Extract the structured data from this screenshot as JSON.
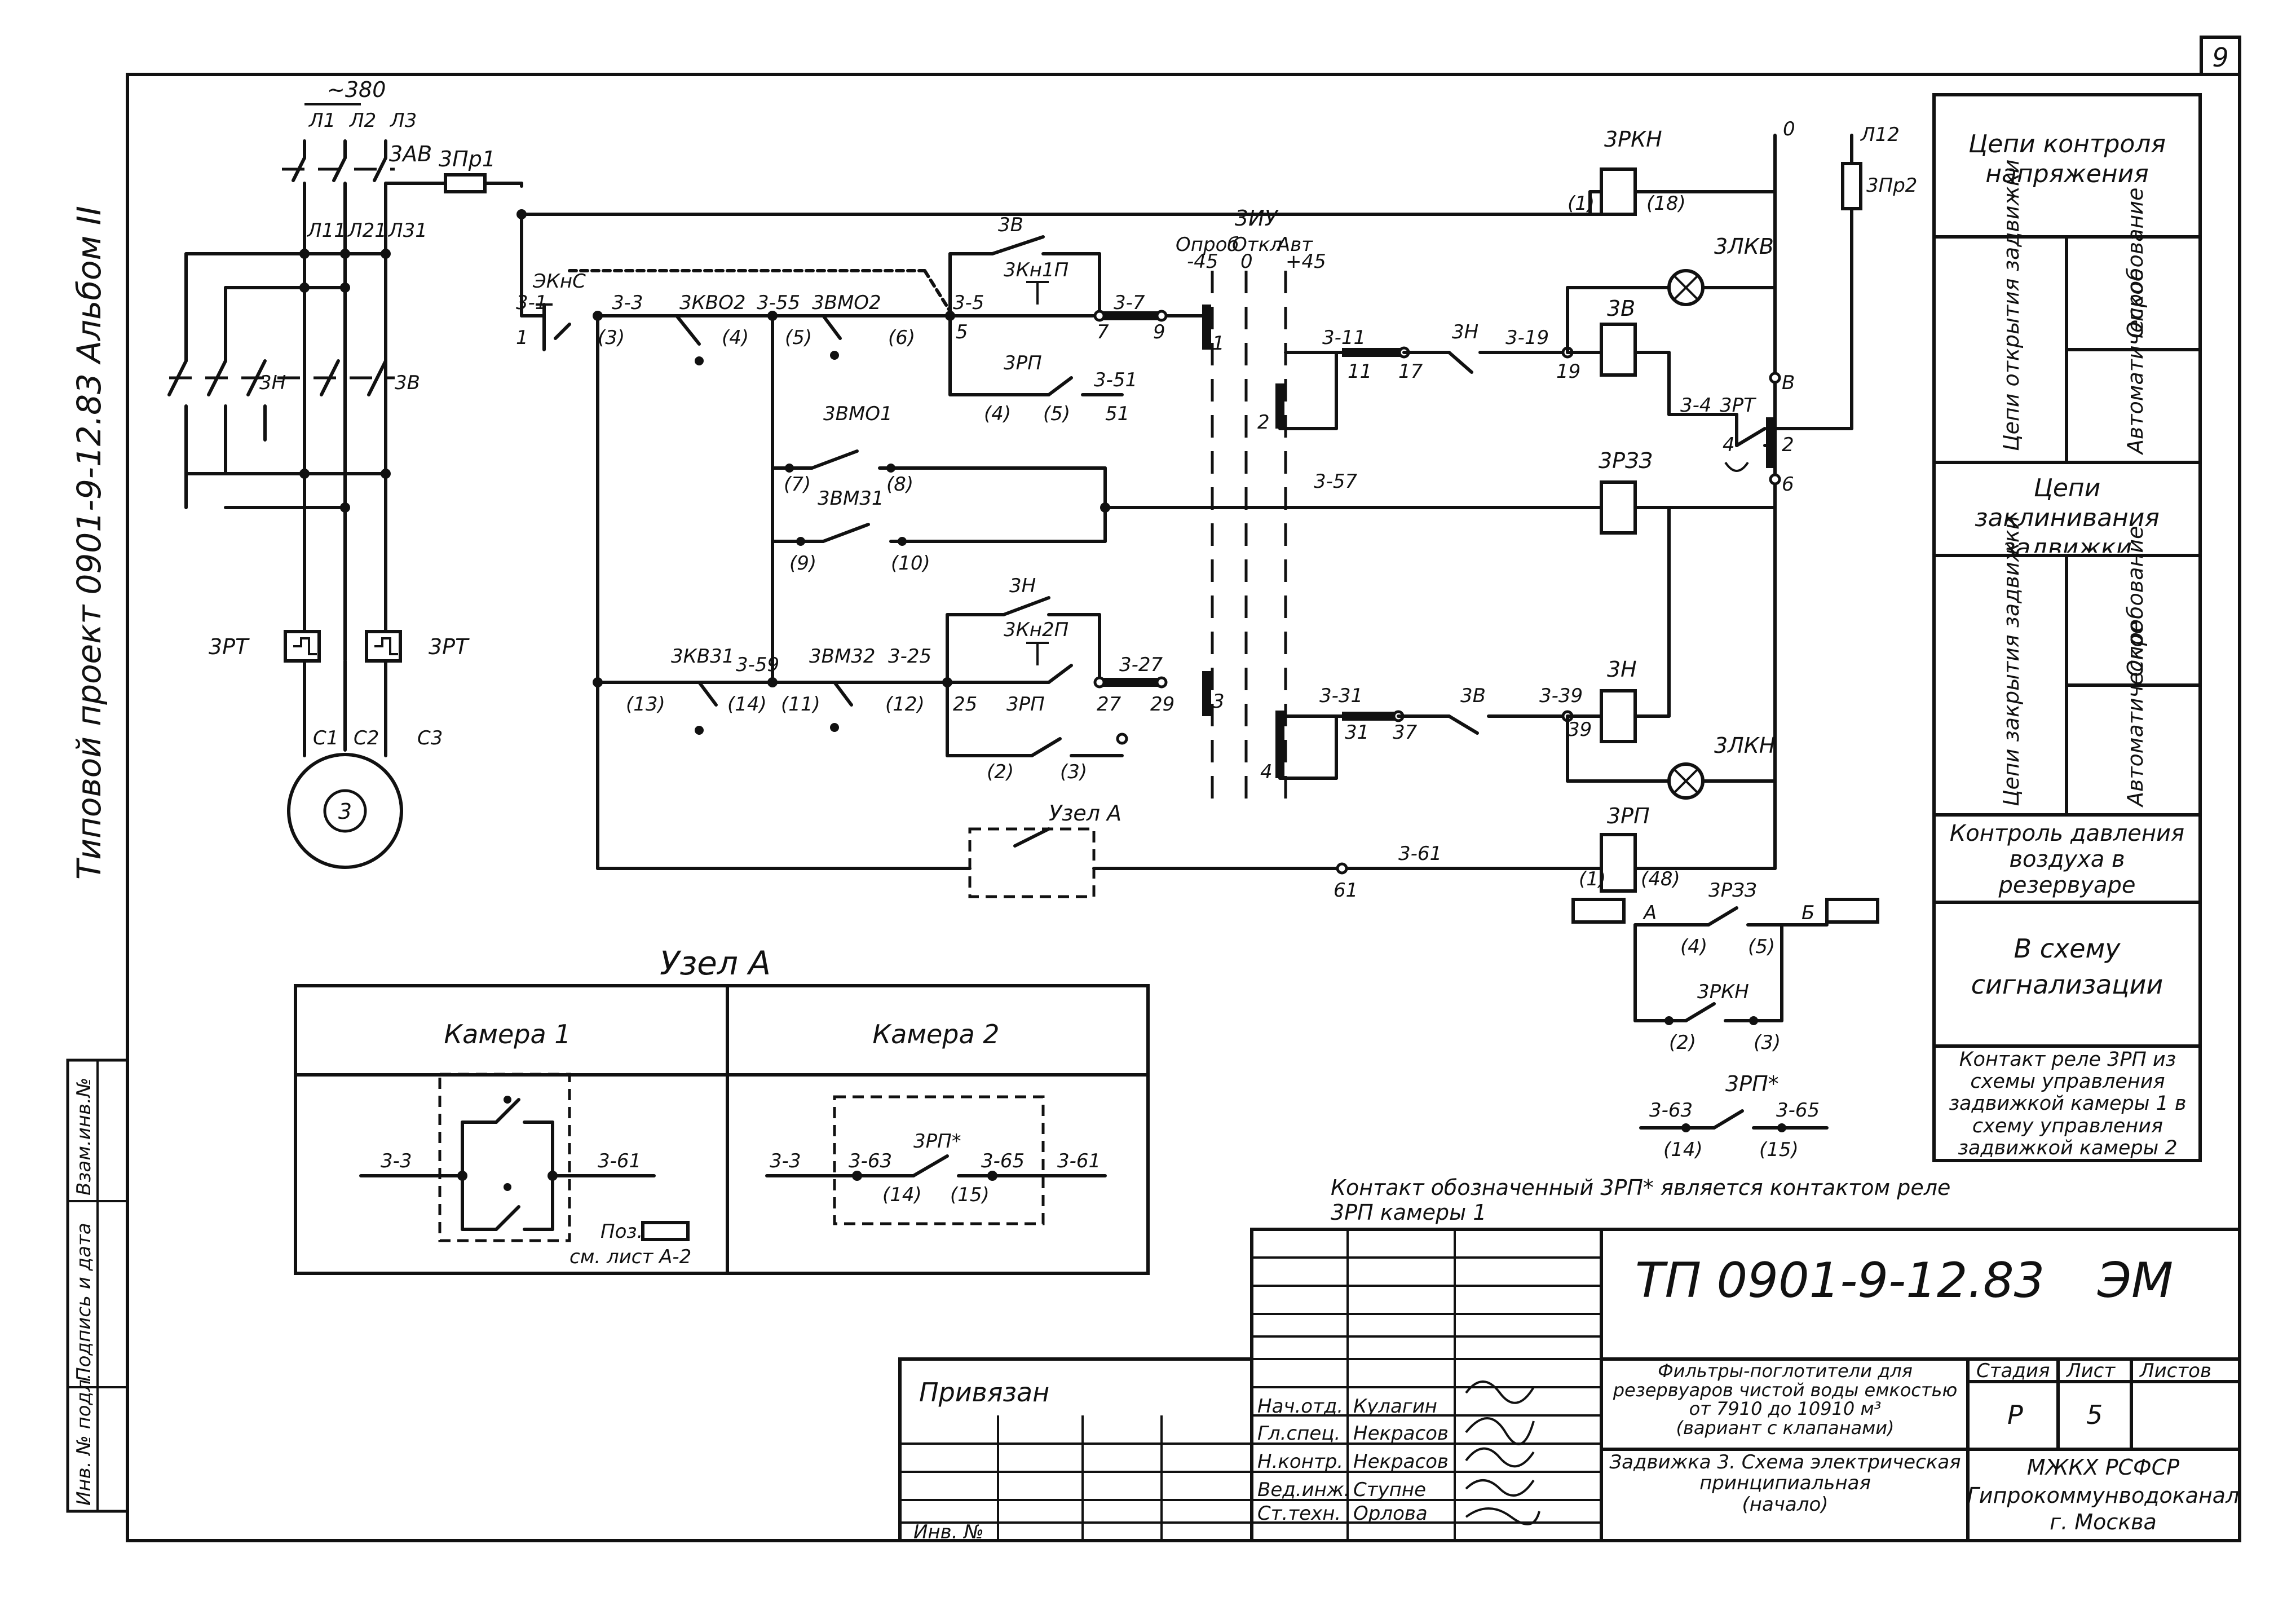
{
  "sheet": {
    "number": "9"
  },
  "left_margin": {
    "project": "Типовой проект 0901-9-12.83 Альбом II",
    "stamp_columns": [
      "Инв. № подл.",
      "Подпись и дата",
      "Взам.инв.№"
    ]
  },
  "power": {
    "voltage": "~380",
    "phases": [
      "Л1",
      "Л2",
      "Л3"
    ],
    "feeders": [
      "Л11",
      "Л21",
      "Л31"
    ],
    "breaker": "3АВ",
    "fuse": "3Пр1",
    "contactor_open": "3Н",
    "contactor_close": "3В",
    "thermal_left": "3РТ",
    "thermal_right": "3РТ",
    "motor_leads": [
      "С1",
      "С2",
      "С3"
    ],
    "motor": "3"
  },
  "control": {
    "labels": {
      "ekns": "ЭКнС",
      "kvo2": "3КВО2",
      "vmo2": "3ВМО2",
      "sv": "3В",
      "kn1p": "3Кн1П",
      "rp": "3РП",
      "iu": "3ИУ",
      "opr": "Опроб",
      "otkl": "Откл",
      "avt": "Авт",
      "vmo1": "3ВМО1",
      "vm31": "3ВМ31",
      "kv31": "3КВ31",
      "vm32": "3ВМ32",
      "kn2p": "3Кн2П",
      "sn": "3Н",
      "rkn": "3РКН",
      "pr2": "3Пр2",
      "l12": "Л12",
      "lkv": "3ЛКВ",
      "lkn": "3ЛКН",
      "rt": "3РТ",
      "rz3": "3РЗЗ",
      "rp_coil": "3РП",
      "uzel": "Узел А",
      "rpstar": "3РП*",
      "rail_zero": "0",
      "rail_v": "В",
      "kA": "А",
      "kB": "Б",
      "v_m45": "-45",
      "v_0": "0",
      "v_p45": "+45"
    },
    "nets": {
      "n3_1": "3-1",
      "n1": "1",
      "n3_3": "3-3",
      "n3": "(3)",
      "n4": "(4)",
      "n3_55": "3-55",
      "n5p": "(5)",
      "n6p": "(6)",
      "n3_5": "3-5",
      "n5": "5",
      "n3_7": "3-7",
      "n7": "7",
      "n9": "9",
      "n4p": "(4)",
      "n5p2": "(5)",
      "n3_51": "3-51",
      "n51": "51",
      "n7p": "(7)",
      "n8p": "(8)",
      "n9p": "(9)",
      "n10p": "(10)",
      "n3_57": "3-57",
      "n3_11": "3-11",
      "n11": "11",
      "n17": "17",
      "n3_19": "3-19",
      "n19": "19",
      "n3_4": "3-4",
      "n4r": "4",
      "n2r": "2",
      "n6r": "6",
      "n13p": "(13)",
      "n14p": "(14)",
      "n3_59": "3-59",
      "n11p": "(11)",
      "n3_25": "3-25",
      "n12p": "(12)",
      "n25": "25",
      "n3_27": "3-27",
      "n27": "27",
      "n29": "29",
      "n2p": "(2)",
      "n3p2": "(3)",
      "n3_31": "3-31",
      "n31": "31",
      "n37": "37",
      "n3_39": "3-39",
      "n39": "39",
      "n3_61": "3-61",
      "n61": "61",
      "n1p": "(1)",
      "n18p": "(18)",
      "n1p2": "(1)",
      "n48p": "(48)",
      "n4q": "(4)",
      "n5q": "(5)",
      "n2q": "(2)",
      "n3q": "(3)",
      "n3_63": "3-63",
      "n3_65": "3-65",
      "n14q": "(14)",
      "n15q": "(15)",
      "iu1": "1",
      "iu2": "2",
      "iu3": "3",
      "iu4": "4"
    }
  },
  "legend": [
    "Цепи контроля напряжения",
    "Цепи открытия задвижки",
    "Опробование",
    "Автоматическое",
    "Цепи заклинивания задвижки",
    "Цепи закрытия задвижки",
    "Опробование",
    "Автоматическое",
    "Контроль давления воздуха в резервуаре",
    "В схему сигнализации",
    "Контакт реле 3РП из схемы управления задвижкой камеры 1 в схему управления задвижкой камеры 2"
  ],
  "uzel_a": {
    "title": "Узел А",
    "cam1": "Камера 1",
    "cam2": "Камера 2",
    "n3_3a": "3-3",
    "n3_61a": "3-61",
    "poz": "Поз.",
    "see": "см. лист А-2",
    "n3_3b": "3-3",
    "n3_63b": "3-63",
    "rpstar_b": "3РП*",
    "n3_65b": "3-65",
    "n3_61b": "3-61",
    "n14b": "(14)",
    "n15b": "(15)"
  },
  "note": "Контакт обозначенный 3РП* является контактом реле 3РП камеры 1",
  "title_block": {
    "code": "ТП 0901-9-12.83",
    "mark": "ЭМ",
    "privyazan": "Привязан",
    "inv": "Инв. №",
    "roles": [
      "Нач.отд.",
      "Гл.спец.",
      "Н.контр.",
      "Вед.инж.",
      "Ст.техн."
    ],
    "names": [
      "Кулагин",
      "Некрасов",
      "Некрасов",
      "Ступне",
      "Орлова"
    ],
    "desc1": "Фильтры-поглотители для резервуаров чистой воды емкостью от 7910 до 10910 м³",
    "desc1b": "(вариант с клапанами)",
    "desc2": "Задвижка 3. Схема электрическая принципиальная",
    "desc2b": "(начало)",
    "stage_h": "Стадия",
    "sheet_h": "Лист",
    "sheets_h": "Листов",
    "stage": "Р",
    "sheet": "5",
    "org1": "МЖКХ РСФСР",
    "org2": "Гипрокоммунводоканал",
    "org3": "г. Москва"
  }
}
